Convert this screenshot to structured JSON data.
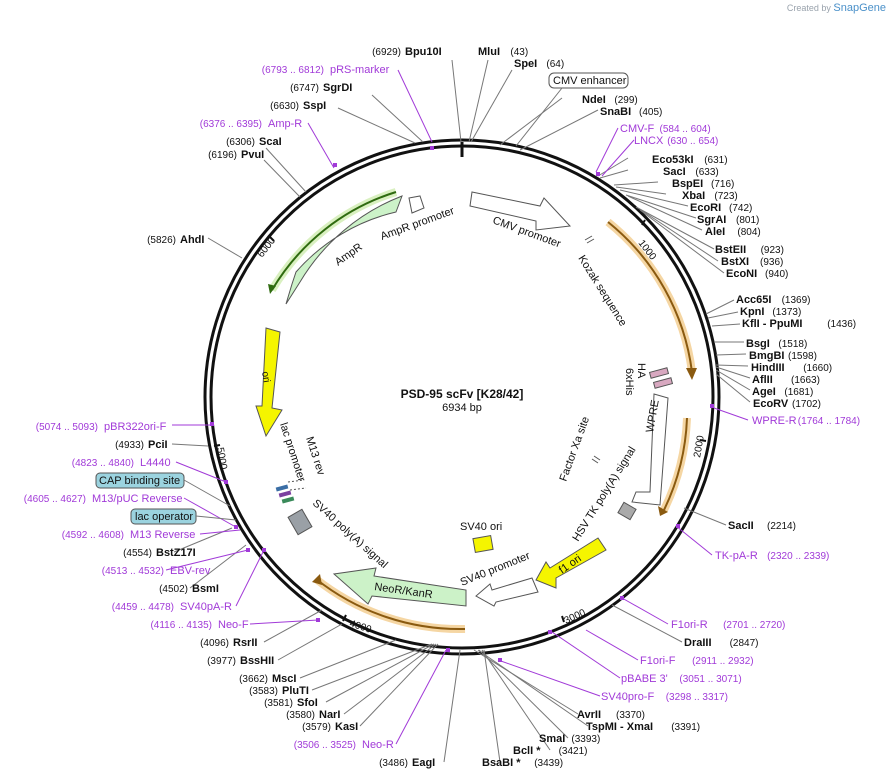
{
  "brand": {
    "created_by": "Created by",
    "name": "SnapGene"
  },
  "plasmid": {
    "name": "PSD-95 scFv [K28/42]",
    "size": "6934 bp"
  },
  "enzymes": [
    {
      "name": "Bpu10I",
      "pos": "(6929)"
    },
    {
      "name": "MluI",
      "pos": "(43)"
    },
    {
      "name": "SpeI",
      "pos": "(64)"
    },
    {
      "name": "SgrDI",
      "pos": "(6747)"
    },
    {
      "name": "SspI",
      "pos": "(6630)"
    },
    {
      "name": "NdeI",
      "pos": "(299)"
    },
    {
      "name": "SnaBI",
      "pos": "(405)"
    },
    {
      "name": "ScaI",
      "pos": "(6306)"
    },
    {
      "name": "PvuI",
      "pos": "(6196)"
    },
    {
      "name": "Eco53kI",
      "pos": "(631)"
    },
    {
      "name": "SacI",
      "pos": "(633)"
    },
    {
      "name": "BspEI",
      "pos": "(716)"
    },
    {
      "name": "XbaI",
      "pos": "(723)"
    },
    {
      "name": "EcoRI",
      "pos": "(742)"
    },
    {
      "name": "SgrAI",
      "pos": "(801)"
    },
    {
      "name": "AleI",
      "pos": "(804)"
    },
    {
      "name": "AhdI",
      "pos": "(5826)"
    },
    {
      "name": "BstEII",
      "pos": "(923)"
    },
    {
      "name": "BstXI",
      "pos": "(936)"
    },
    {
      "name": "EcoNI",
      "pos": "(940)"
    },
    {
      "name": "Acc65I",
      "pos": "(1369)"
    },
    {
      "name": "KpnI",
      "pos": "(1373)"
    },
    {
      "name": "KflI - PpuMI",
      "pos": "(1436)"
    },
    {
      "name": "BsgI",
      "pos": "(1518)"
    },
    {
      "name": "BmgBI",
      "pos": "(1598)"
    },
    {
      "name": "HindIII",
      "pos": "(1660)"
    },
    {
      "name": "AflII",
      "pos": "(1663)"
    },
    {
      "name": "AgeI",
      "pos": "(1681)"
    },
    {
      "name": "EcoRV",
      "pos": "(1702)"
    },
    {
      "name": "PciI",
      "pos": "(4933)"
    },
    {
      "name": "SacII",
      "pos": "(2214)"
    },
    {
      "name": "BstZ17I",
      "pos": "(4554)"
    },
    {
      "name": "BsmI",
      "pos": "(4502)"
    },
    {
      "name": "DraIII",
      "pos": "(2847)"
    },
    {
      "name": "RsrII",
      "pos": "(4096)"
    },
    {
      "name": "BssHII",
      "pos": "(3977)"
    },
    {
      "name": "MscI",
      "pos": "(3662)"
    },
    {
      "name": "PluTI",
      "pos": "(3583)"
    },
    {
      "name": "SfoI",
      "pos": "(3581)"
    },
    {
      "name": "NarI",
      "pos": "(3580)"
    },
    {
      "name": "KasI",
      "pos": "(3579)"
    },
    {
      "name": "AvrII",
      "pos": "(3370)"
    },
    {
      "name": "TspMI - XmaI",
      "pos": "(3391)"
    },
    {
      "name": "SmaI",
      "pos": "(3393)"
    },
    {
      "name": "BclI *",
      "pos": "(3421)"
    },
    {
      "name": "BsaBI *",
      "pos": "(3439)"
    },
    {
      "name": "EagI",
      "pos": "(3486)"
    }
  ],
  "primers": [
    {
      "name": "pRS-marker",
      "range": "(6793 .. 6812)"
    },
    {
      "name": "Amp-R",
      "range": "(6376 .. 6395)"
    },
    {
      "name": "CMV-F",
      "range": "(584 .. 604)"
    },
    {
      "name": "LNCX",
      "range": "(630 .. 654)"
    },
    {
      "name": "WPRE-R",
      "range": "(1764 .. 1784)"
    },
    {
      "name": "pBR322ori-F",
      "range": "(5074 .. 5093)"
    },
    {
      "name": "L4440",
      "range": "(4823 .. 4840)"
    },
    {
      "name": "M13/pUC Reverse",
      "range": "(4605 .. 4627)"
    },
    {
      "name": "M13 Reverse",
      "range": "(4592 .. 4608)"
    },
    {
      "name": "EBV-rev",
      "range": "(4513 .. 4532)"
    },
    {
      "name": "SV40pA-R",
      "range": "(4459 .. 4478)"
    },
    {
      "name": "Neo-F",
      "range": "(4116 .. 4135)"
    },
    {
      "name": "Neo-R",
      "range": "(3506 .. 3525)"
    },
    {
      "name": "TK-pA-R",
      "range": "(2320 .. 2339)"
    },
    {
      "name": "F1ori-R",
      "range": "(2701 .. 2720)"
    },
    {
      "name": "F1ori-F",
      "range": "(2911 .. 2932)"
    },
    {
      "name": "pBABE 3'",
      "range": "(3051 .. 3071)"
    },
    {
      "name": "SV40pro-F",
      "range": "(3298 .. 3317)"
    }
  ],
  "boxed_labels": {
    "cmv_enhancer": "CMV enhancer",
    "cap_site": "CAP binding site",
    "lac_operator": "lac operator"
  },
  "features": {
    "cmv_promoter": "CMV promoter",
    "ampr_promoter": "AmpR promoter",
    "ampr": "AmpR",
    "ori": "ori",
    "kozak": "Kozak sequence",
    "ha": "HA",
    "his": "6xHis",
    "factor_xa": "Factor Xa site",
    "wpre": "WPRE",
    "hsv_tk": "HSV TK poly(A) signal",
    "f1_ori": "f1 ori",
    "sv40_promoter": "SV40 promoter",
    "sv40_ori": "SV40 ori",
    "neor": "NeoR/KanR",
    "sv40_polya": "SV40 poly(A) signal",
    "lac_promoter": "lac promoter",
    "m13_rev": "M13 rev"
  },
  "ticks": {
    "t1000": "1000",
    "t2000": "2000",
    "t3000": "3000",
    "t4000": "4000",
    "t5000": "5000",
    "t6000": "6000"
  }
}
